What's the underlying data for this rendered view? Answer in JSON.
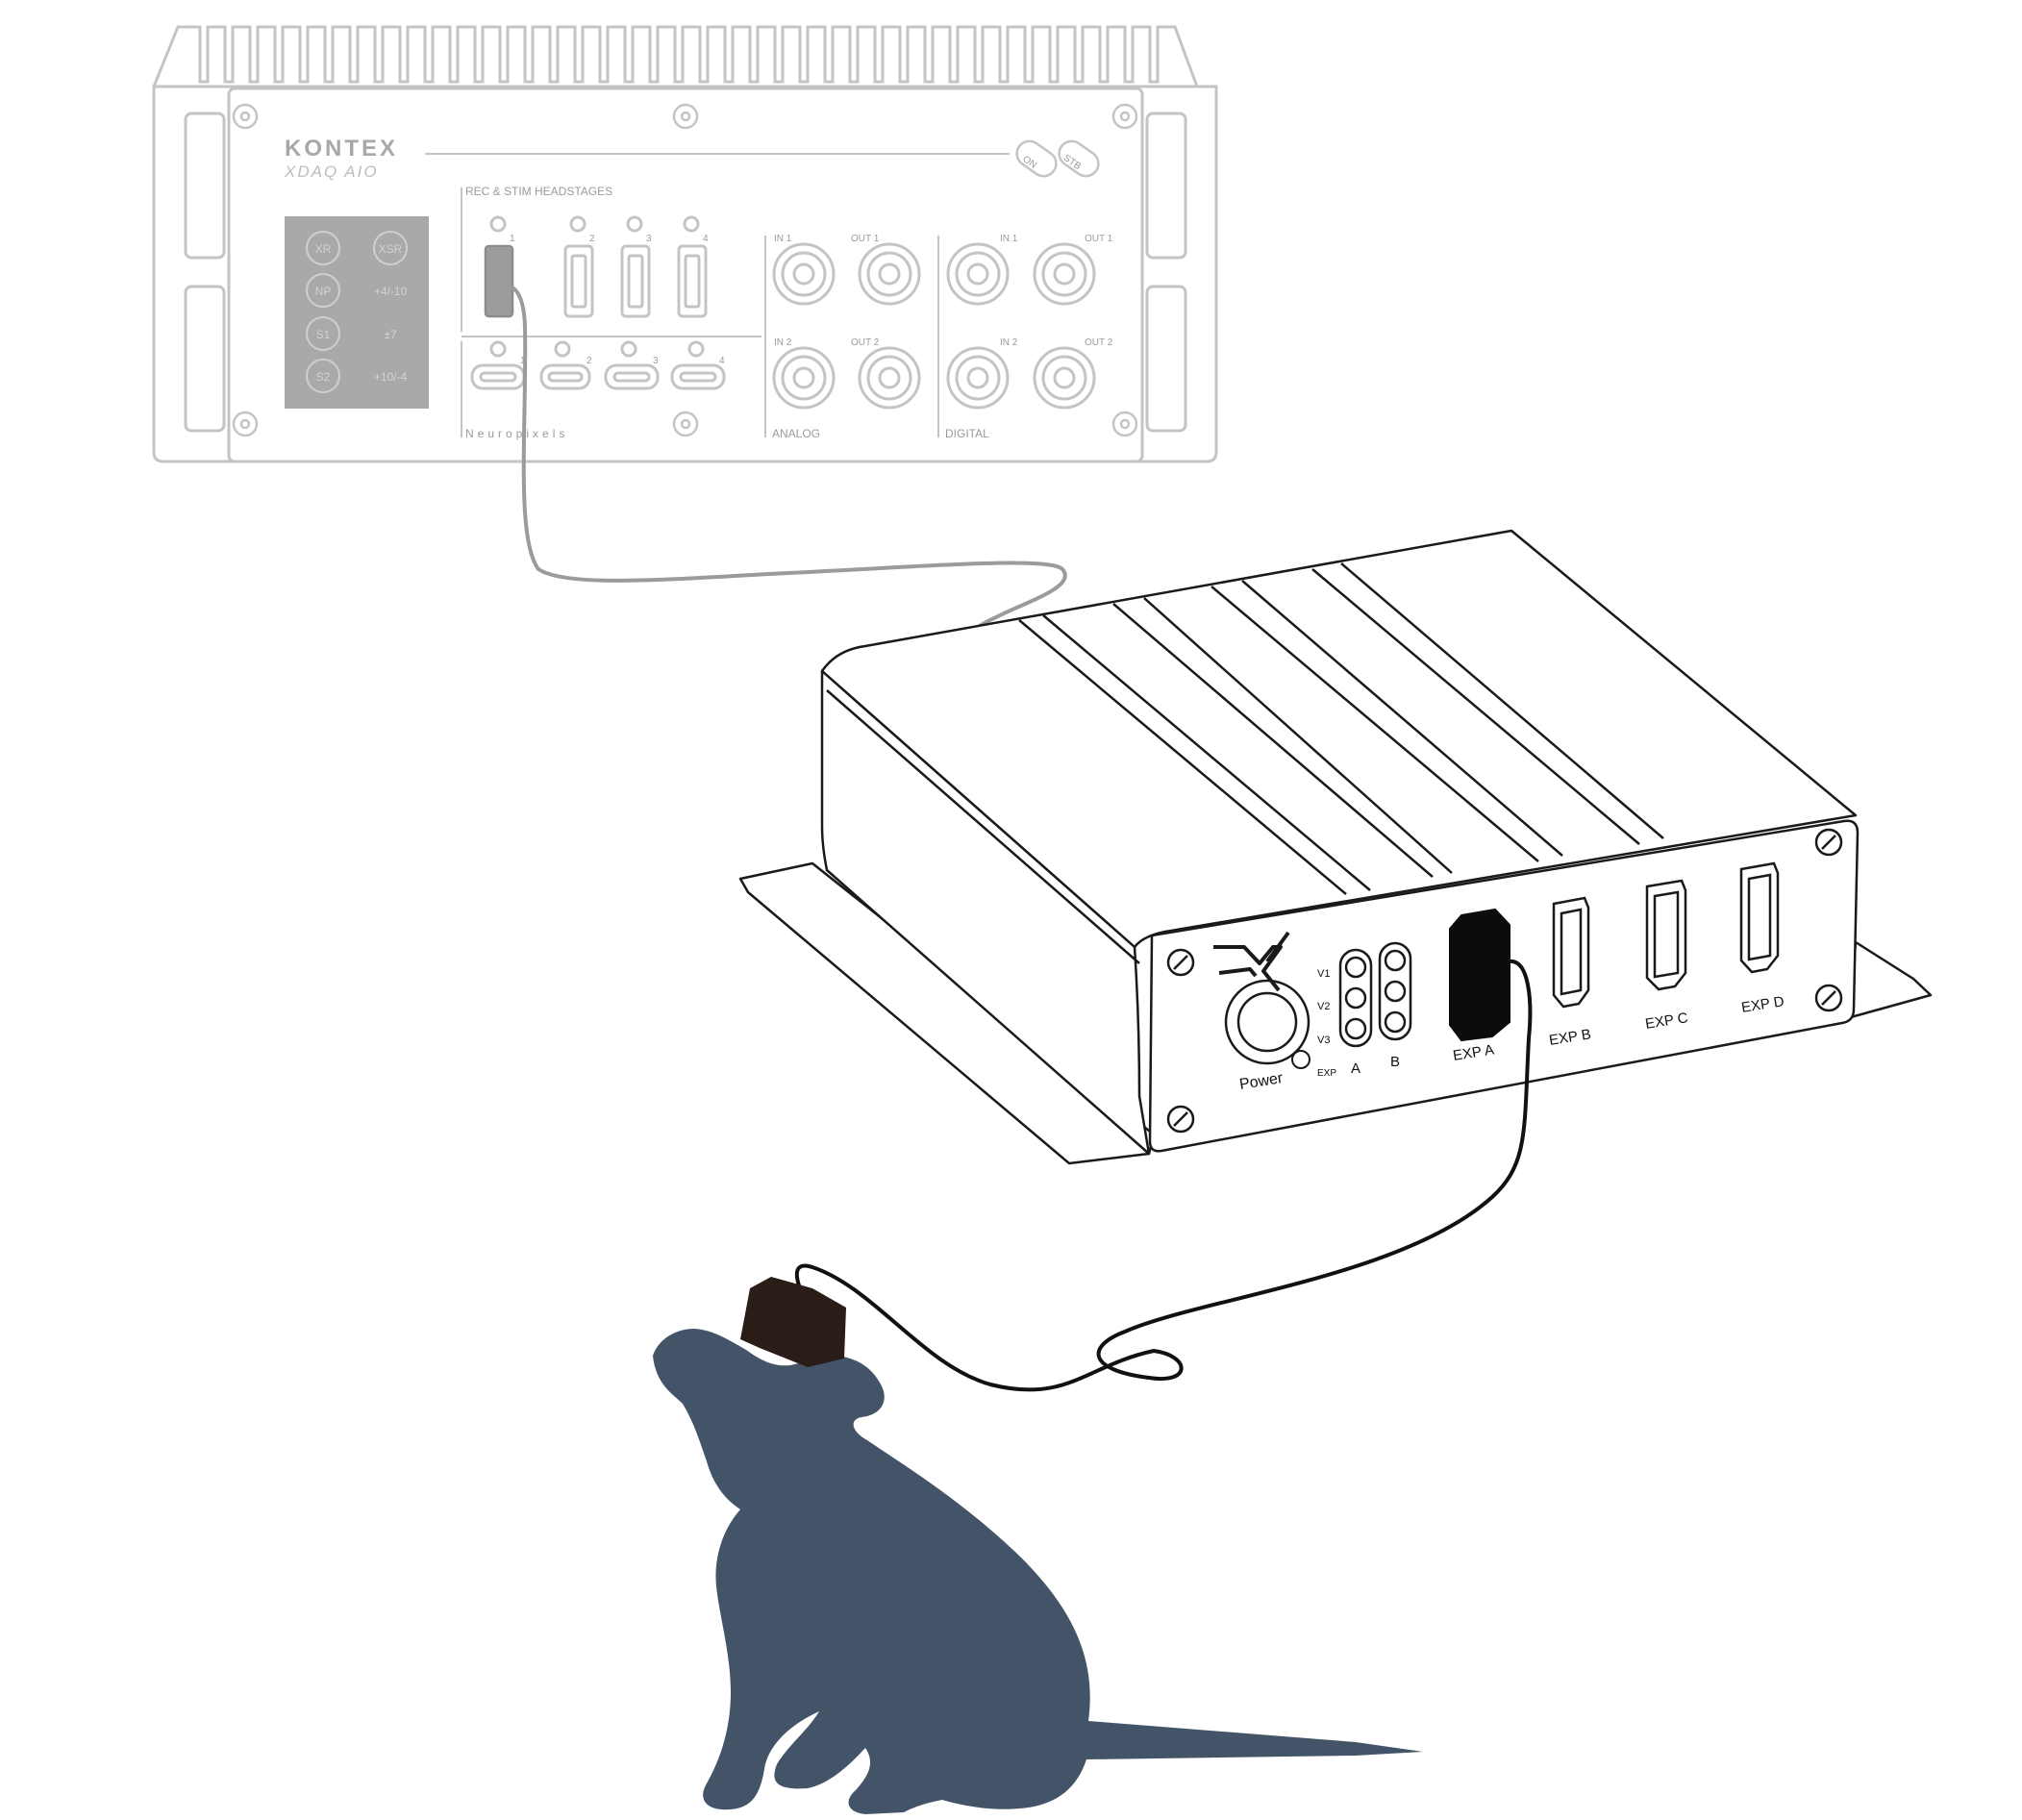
{
  "colors": {
    "xdaq_outline": "#c4c4c4",
    "xdaq_label": "#9a9a9a",
    "panel_fill": "#a9a9a9",
    "cable_grey": "#9b9b9b",
    "expander_outline": "#1a1a1a",
    "cable_black": "#111111",
    "headstage": "#2a1c17",
    "rat": "#445468"
  },
  "xdaq": {
    "brand": "KONTEX",
    "model": "XDAQ AIO",
    "led_on": "ON",
    "led_stb": "STB",
    "section_headstages": "REC & STIM HEADSTAGES",
    "section_neuropixels": "Neuropixels",
    "section_analog": "ANALOG",
    "section_digital": "DIGITAL",
    "hdmi_ports": [
      "1",
      "2",
      "3",
      "4"
    ],
    "usbc_ports": [
      "1",
      "2",
      "3",
      "4"
    ],
    "bnc_labels": {
      "analog_in1": "IN 1",
      "analog_out1": "OUT 1",
      "analog_in2": "IN 2",
      "analog_out2": "OUT 2",
      "digital_in1": "IN 1",
      "digital_out1": "OUT 1",
      "digital_in2": "IN 2",
      "digital_out2": "OUT 2"
    },
    "voltage_panel": {
      "left": [
        "XR",
        "NP",
        "S1",
        "S2"
      ],
      "right": [
        "XSR",
        "+4/-10",
        "±7",
        "+10/-4"
      ]
    }
  },
  "expander": {
    "power_label": "Power",
    "v_labels": [
      "V1",
      "V2",
      "V3"
    ],
    "exp_label": "EXP",
    "col_a": "A",
    "col_b": "B",
    "ports": [
      "EXP A",
      "EXP B",
      "EXP C",
      "EXP D"
    ]
  }
}
